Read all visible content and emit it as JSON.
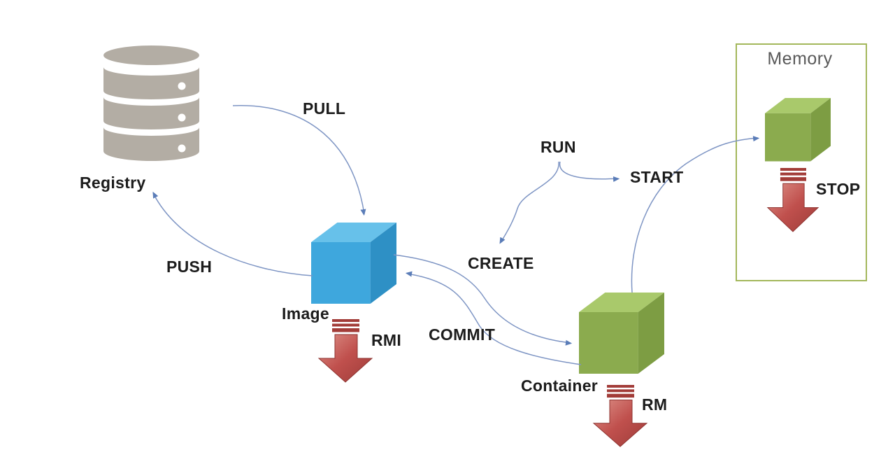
{
  "diagram": {
    "nodes": {
      "registry": {
        "label": "Registry",
        "icon": "database-cylinder-icon",
        "color": "#b3ada4"
      },
      "image": {
        "label": "Image",
        "icon": "cube-icon",
        "color": "#3ea7dd"
      },
      "container": {
        "label": "Container",
        "icon": "cube-icon",
        "color": "#8bab4e"
      },
      "memory": {
        "label": "Memory",
        "icon": "bordered-box",
        "cube_color": "#8bab4e"
      }
    },
    "flows": {
      "pull": {
        "label": "PULL",
        "from": "registry",
        "to": "image"
      },
      "push": {
        "label": "PUSH",
        "from": "image",
        "to": "registry"
      },
      "create": {
        "label": "CREATE",
        "from": "image",
        "to": "container"
      },
      "commit": {
        "label": "COMMIT",
        "from": "container",
        "to": "image"
      },
      "run": {
        "label": "RUN",
        "to": [
          "CREATE",
          "START"
        ]
      },
      "start": {
        "label": "START",
        "from": "container",
        "to": "memory"
      }
    },
    "remove_actions": {
      "rmi": {
        "label": "RMI",
        "applies_to": "image",
        "icon": "red-down-arrow-icon"
      },
      "rm": {
        "label": "RM",
        "applies_to": "container",
        "icon": "red-down-arrow-icon"
      },
      "stop": {
        "label": "STOP",
        "applies_to": "memory",
        "icon": "red-down-arrow-icon"
      }
    },
    "colors": {
      "arrow_line": "#7e95c4",
      "arrow_head": "#5b7db8",
      "label_text": "#1c1c1c",
      "memory_text": "#595959",
      "memory_border": "#a3b75b",
      "registry_gray": "#b3ada4",
      "image_cube_top": "#67c1ea",
      "image_cube_front": "#3ea7dd",
      "image_cube_side": "#2e90c5",
      "container_cube_top": "#a9c96b",
      "container_cube_front": "#8bab4e",
      "container_cube_side": "#7d9d43",
      "red_arrow": "#c0504d",
      "red_arrow_light": "#dd9289",
      "red_arrow_dark": "#9d3c39",
      "red_stripe": "#a23c38"
    }
  }
}
